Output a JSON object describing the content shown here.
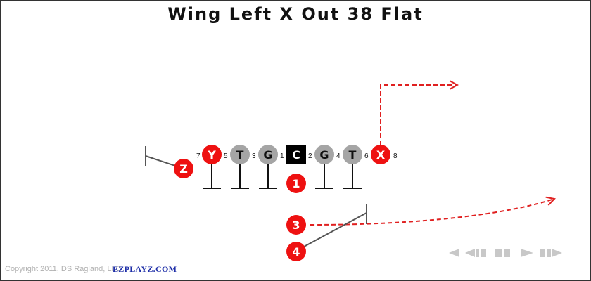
{
  "play": {
    "title": "Wing Left X Out 38 Flat"
  },
  "players": [
    {
      "id": "z",
      "label": "Z",
      "role": "receiver"
    },
    {
      "id": "y",
      "label": "Y",
      "role": "receiver"
    },
    {
      "id": "lt",
      "label": "T",
      "role": "lineman"
    },
    {
      "id": "lg",
      "label": "G",
      "role": "lineman"
    },
    {
      "id": "c",
      "label": "C",
      "role": "center"
    },
    {
      "id": "rg",
      "label": "G",
      "role": "lineman"
    },
    {
      "id": "rt",
      "label": "T",
      "role": "lineman"
    },
    {
      "id": "x",
      "label": "X",
      "role": "receiver"
    },
    {
      "id": "qb",
      "label": "1",
      "role": "back"
    },
    {
      "id": "b3",
      "label": "3",
      "role": "back"
    },
    {
      "id": "b4",
      "label": "4",
      "role": "back"
    }
  ],
  "gap_numbers": [
    "7",
    "5",
    "3",
    "1",
    "2",
    "4",
    "6",
    "8"
  ],
  "colors": {
    "receiver": "#ee1111",
    "lineman": "#a5a5a5",
    "center": "#000000",
    "back": "#ee1111",
    "route": "#e02020",
    "block": "#555555",
    "controls": "#c8c8c8"
  },
  "controls": [
    "first-icon",
    "previous-icon",
    "pause-icon",
    "play-icon",
    "last-icon"
  ],
  "footer": {
    "copyright": "Copyright 2011, DS Ragland, LLC",
    "brand": "EZPLAYZ.COM"
  }
}
